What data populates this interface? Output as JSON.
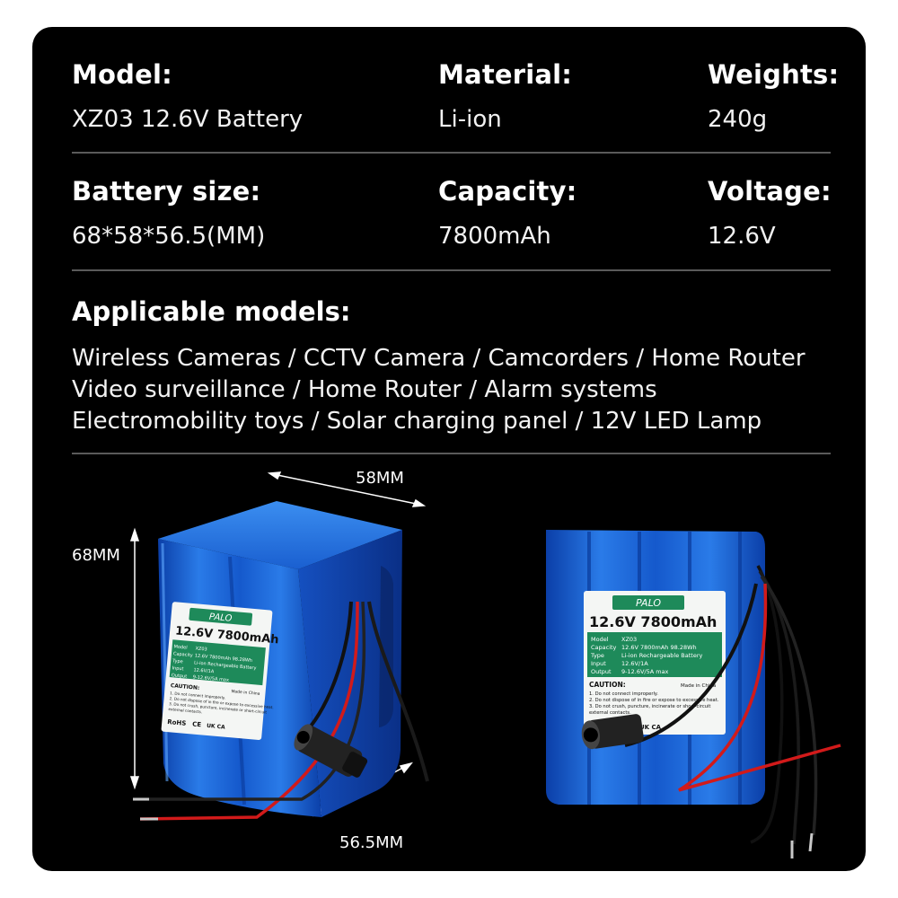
{
  "specs": {
    "model": {
      "label": "Model:",
      "value": "XZ03 12.6V Battery"
    },
    "material": {
      "label": "Material:",
      "value": "Li-ion"
    },
    "weights": {
      "label": "Weights:",
      "value": "240g"
    },
    "battery_size": {
      "label": "Battery size:",
      "value": "68*58*56.5(MM)"
    },
    "capacity": {
      "label": "Capacity:",
      "value": "7800mAh"
    },
    "voltage": {
      "label": "Voltage:",
      "value": "12.6V"
    }
  },
  "applicable": {
    "title": "Applicable models:",
    "lines": [
      "Wireless Cameras / CCTV Camera / Camcorders / Home Router",
      "Video surveillance / Home Router / Alarm systems",
      "Electromobility toys / Solar charging panel / 12V LED Lamp"
    ]
  },
  "dimensions": {
    "width": "58MM",
    "height": "68MM",
    "depth": "56.5MM"
  },
  "battery_label": {
    "brand": "PALO",
    "headline": "12.6V 7800mAh",
    "rows": [
      {
        "key": "Model",
        "val": "XZ03"
      },
      {
        "key": "Capacity",
        "val": "12.6V 7800mAh 98.28Wh"
      },
      {
        "key": "Type",
        "val": "Li-ion Rechargeable Battery"
      },
      {
        "key": "Input",
        "val": "12.6V/1A"
      },
      {
        "key": "Output",
        "val": "9-12.6V/5A max"
      }
    ],
    "caution": "CAUTION:",
    "made_in": "Made in China",
    "notes": [
      "1. Do not connect improperly.",
      "2. Do not dispose of in fire or expose to excessive heat.",
      "3. Do not crush, puncture, incinerate or short-circuit",
      "external contacts."
    ],
    "marks": [
      "RoHS",
      "CE",
      "UK CA"
    ]
  },
  "colors": {
    "background": "#000000",
    "battery_blue": "#1565d8",
    "label_green": "#1e8a5a",
    "text": "#ffffff"
  }
}
